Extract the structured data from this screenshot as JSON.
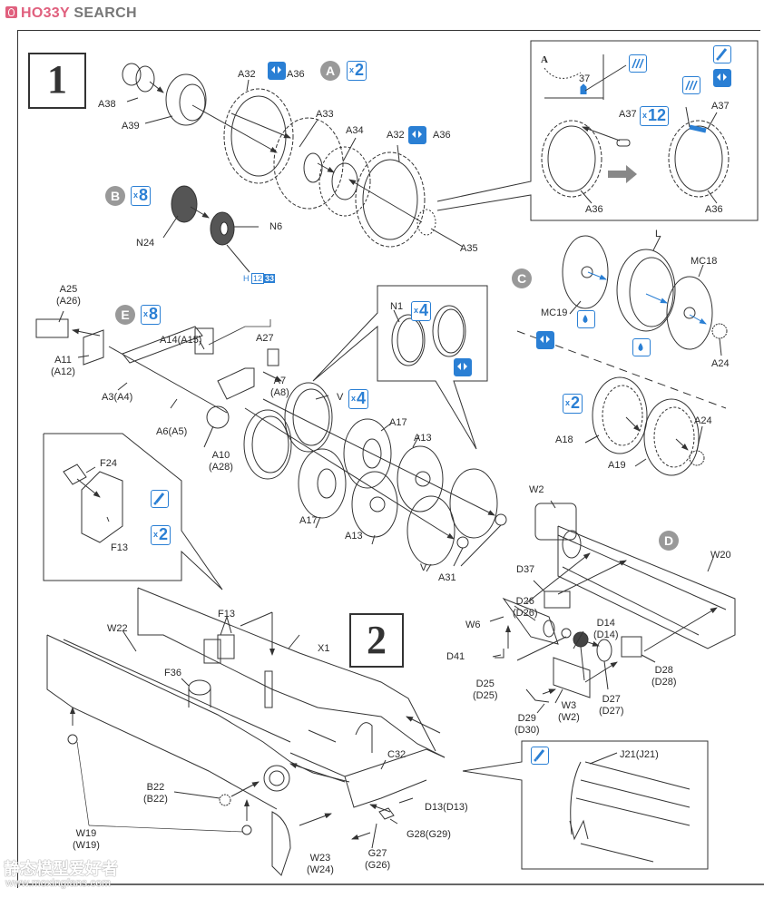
{
  "header": {
    "brand_part1": "HO33Y",
    "brand_part2": " SEARCH"
  },
  "steps": [
    {
      "number": "1"
    },
    {
      "number": "2"
    }
  ],
  "markers": {
    "A": "A",
    "B": "B",
    "C": "C",
    "D": "D",
    "E": "E"
  },
  "quantities": {
    "A": "2",
    "B": "8",
    "E": "8",
    "A37": "12",
    "N1": "4",
    "V": "4",
    "C_alt": "2",
    "F": "2"
  },
  "hcode": {
    "prefix": "H",
    "a": "12",
    "b": "33"
  },
  "labels": {
    "A38": "A38",
    "A39": "A39",
    "A32_1": "A32",
    "A36_1": "A36",
    "A33": "A33",
    "A34": "A34",
    "A32_2": "A32",
    "A36_2": "A36",
    "A35": "A35",
    "N24": "N24",
    "N6": "N6",
    "inset_A": "A",
    "inset_37": "37",
    "inset_A37_1": "A37",
    "inset_A37_2": "A37",
    "inset_A36_1": "A36",
    "inset_A36_2": "A36",
    "L": "L",
    "MC18": "MC18",
    "MC19": "MC19",
    "A24_1": "A24",
    "A24_2": "A24",
    "A18": "A18",
    "A19": "A19",
    "A25": "A25\n(A26)",
    "A11": "A11\n(A12)",
    "A14": "A14(A15)",
    "A27": "A27",
    "A7": "A7\n(A8)",
    "A3": "A3(A4)",
    "A6": "A6(A5)",
    "A10": "A10\n(A28)",
    "N1": "N1",
    "V_1": "V",
    "V_2": "V",
    "A17_1": "A17",
    "A17_2": "A17",
    "A13_1": "A13",
    "A13_2": "A13",
    "A31": "A31",
    "F24": "F24",
    "F13_inset": "F13",
    "W22": "W22",
    "F13": "F13",
    "X1": "X1",
    "F36": "F36",
    "C32": "C32",
    "B22": "B22\n(B22)",
    "W19": "W19\n(W19)",
    "W23": "W23\n(W24)",
    "G27": "G27\n(G26)",
    "G28": "G28(G29)",
    "D13": "D13(D13)",
    "W2": "W2",
    "W20": "W20",
    "D37": "D37",
    "D26": "D26\n(D26)",
    "W6": "W6",
    "D41": "D41",
    "D25": "D25\n(D25)",
    "D14": "D14\n(D14)",
    "D28": "D28\n(D28)",
    "D27": "D27\n(D27)",
    "W3": "W3\n(W2)",
    "D29": "D29\n(D30)",
    "J21": "J21(J21)"
  },
  "watermark": {
    "line1": "静态模型爱好者",
    "line2": "www.moxingfans.com"
  },
  "colors": {
    "accent_blue": "#2a7fd4",
    "marker_gray": "#999999",
    "brand_pink": "#e0607e"
  }
}
